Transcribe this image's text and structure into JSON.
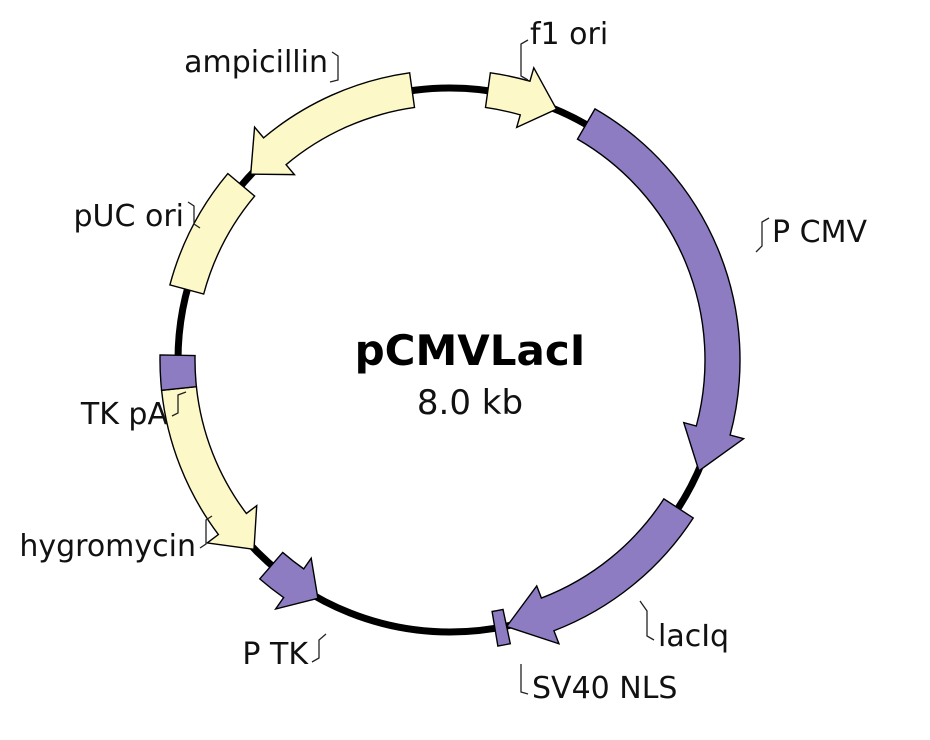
{
  "plasmid": {
    "name": "pCMVLacI",
    "size": "8.0 kb"
  },
  "colors": {
    "promoter_purple": "#8e7cc3",
    "gene_yellow": "#fcf8c8",
    "backbone": "#000000"
  },
  "features": [
    {
      "id": "f1-ori",
      "label": "f1 ori",
      "type": "arrow-cw",
      "color": "gene_yellow"
    },
    {
      "id": "p-cmv",
      "label": "P CMV",
      "type": "arrow-cw",
      "color": "promoter_purple"
    },
    {
      "id": "laciq",
      "label": "lacIq",
      "type": "arrow-cw",
      "color": "promoter_purple"
    },
    {
      "id": "sv40-nls",
      "label": "SV40 NLS",
      "type": "block",
      "color": "promoter_purple"
    },
    {
      "id": "p-tk",
      "label": "P TK",
      "type": "arrow-ccw",
      "color": "promoter_purple"
    },
    {
      "id": "hygromycin",
      "label": "hygromycin",
      "type": "arrow-ccw",
      "color": "gene_yellow"
    },
    {
      "id": "tk-pa",
      "label": "TK pA",
      "type": "block",
      "color": "promoter_purple"
    },
    {
      "id": "puc-ori",
      "label": "pUC ori",
      "type": "block",
      "color": "gene_yellow"
    },
    {
      "id": "ampicillin",
      "label": "ampicillin",
      "type": "arrow-ccw",
      "color": "gene_yellow"
    }
  ]
}
